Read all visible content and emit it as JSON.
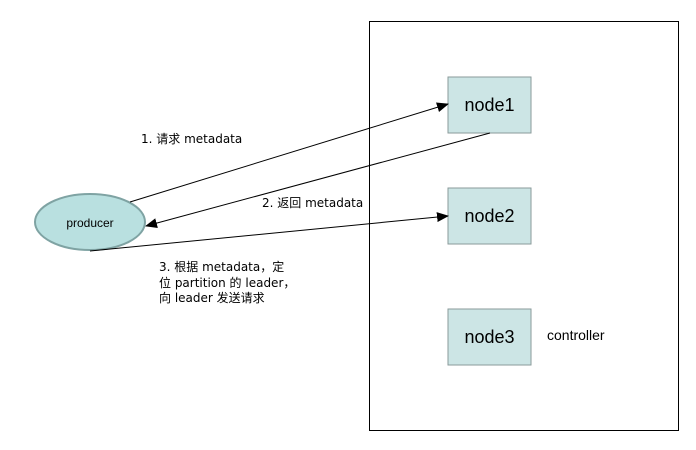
{
  "colors": {
    "node_fill": "#cce5e5",
    "node_stroke": "#8a9a9a",
    "producer_fill": "#b9e0e0",
    "producer_stroke": "#7fa3a3",
    "line": "#000000"
  },
  "producer": {
    "label": "producer"
  },
  "cluster": {
    "nodes": [
      {
        "label": "node1"
      },
      {
        "label": "node2"
      },
      {
        "label": "node3"
      }
    ],
    "controller_label": "controller"
  },
  "steps": [
    {
      "lines": [
        "1. 请求 metadata"
      ]
    },
    {
      "lines": [
        "2. 返回 metadata"
      ]
    },
    {
      "lines": [
        "3. 根据 metadata，定",
        "位 partition 的 leader，",
        "向 leader 发送请求"
      ]
    }
  ]
}
